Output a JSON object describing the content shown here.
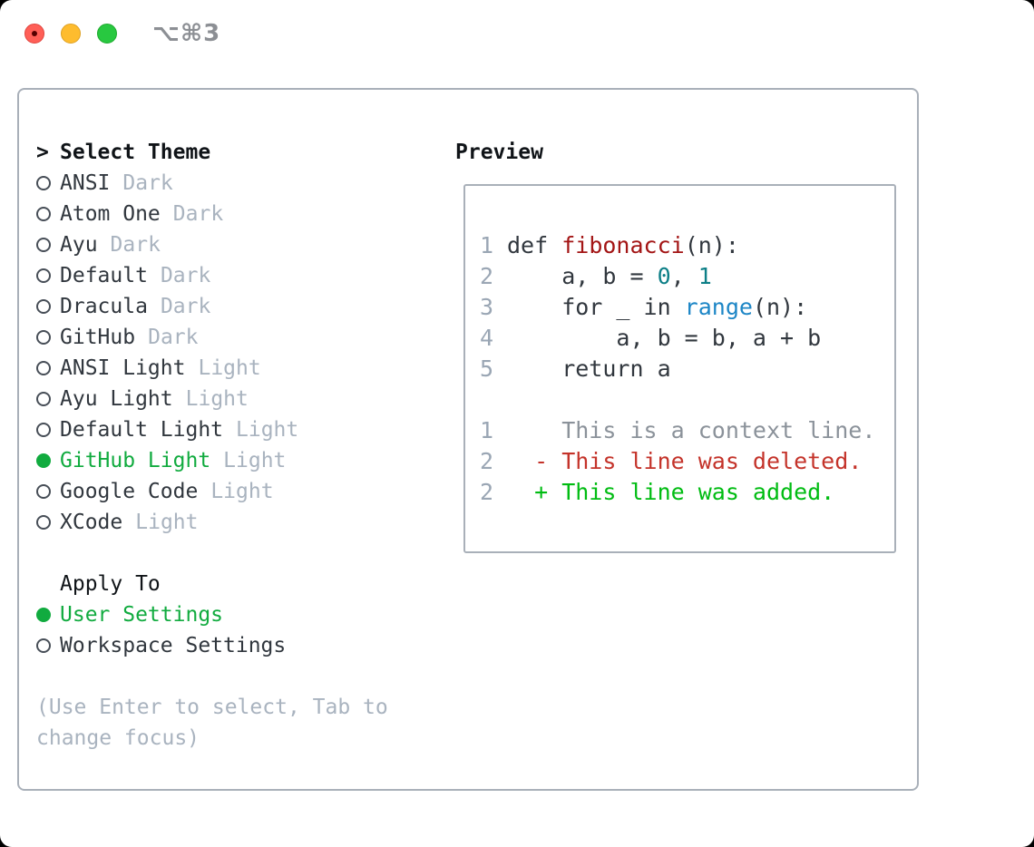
{
  "window": {
    "title": "⌥⌘3",
    "traffic_lights": [
      "close",
      "minimize",
      "zoom"
    ]
  },
  "theme_picker": {
    "prompt": ">",
    "header": "Select Theme",
    "themes": [
      {
        "name": "ANSI",
        "variant": "Dark",
        "selected": false
      },
      {
        "name": "Atom One",
        "variant": "Dark",
        "selected": false
      },
      {
        "name": "Ayu",
        "variant": "Dark",
        "selected": false
      },
      {
        "name": "Default",
        "variant": "Dark",
        "selected": false
      },
      {
        "name": "Dracula",
        "variant": "Dark",
        "selected": false
      },
      {
        "name": "GitHub",
        "variant": "Dark",
        "selected": false
      },
      {
        "name": "ANSI Light",
        "variant": "Light",
        "selected": false
      },
      {
        "name": "Ayu Light",
        "variant": "Light",
        "selected": false
      },
      {
        "name": "Default Light",
        "variant": "Light",
        "selected": false
      },
      {
        "name": "GitHub Light",
        "variant": "Light",
        "selected": true
      },
      {
        "name": "Google Code",
        "variant": "Light",
        "selected": false
      },
      {
        "name": "XCode",
        "variant": "Light",
        "selected": false
      }
    ],
    "apply_to": {
      "header": "Apply To",
      "options": [
        {
          "label": "User Settings",
          "selected": true
        },
        {
          "label": "Workspace Settings",
          "selected": false
        }
      ]
    },
    "hint": "(Use Enter to select, Tab to change focus)"
  },
  "preview": {
    "header": "Preview",
    "code_lines": [
      {
        "num": "1",
        "tokens": [
          [
            "def ",
            "plain"
          ],
          [
            "fibonacci",
            "func"
          ],
          [
            "(n):",
            "plain"
          ]
        ]
      },
      {
        "num": "2",
        "tokens": [
          [
            "    a, b = ",
            "plain"
          ],
          [
            "0",
            "num"
          ],
          [
            ", ",
            "plain"
          ],
          [
            "1",
            "num"
          ]
        ]
      },
      {
        "num": "3",
        "tokens": [
          [
            "    for _ in ",
            "plain"
          ],
          [
            "range",
            "call"
          ],
          [
            "(n):",
            "plain"
          ]
        ]
      },
      {
        "num": "4",
        "tokens": [
          [
            "        a, b = b, a + b",
            "plain"
          ]
        ]
      },
      {
        "num": "5",
        "tokens": [
          [
            "    return a",
            "plain"
          ]
        ]
      }
    ],
    "diff_lines": [
      {
        "num": "1",
        "text": "    This is a context line.",
        "type": "context"
      },
      {
        "num": "2",
        "text": "  - This line was deleted.",
        "type": "deleted"
      },
      {
        "num": "2",
        "text": "  + This line was added.",
        "type": "added"
      }
    ]
  },
  "colors": {
    "accent_green": "#11ab3f",
    "added_green": "#00bc12",
    "deleted_red": "#c4332a",
    "function_red": "#a31515",
    "literal_teal": "#0d7f87",
    "call_blue": "#1d86c6",
    "text_dark": "#31373e",
    "muted": "#a9b3bf",
    "line_number": "#9aa6b4",
    "context_gray": "#8b929a",
    "border": "#a9b0b9",
    "title_gray": "#8c8f94",
    "traffic_red": "#ff5f57",
    "traffic_yellow": "#febc2e",
    "traffic_green": "#28c840"
  }
}
